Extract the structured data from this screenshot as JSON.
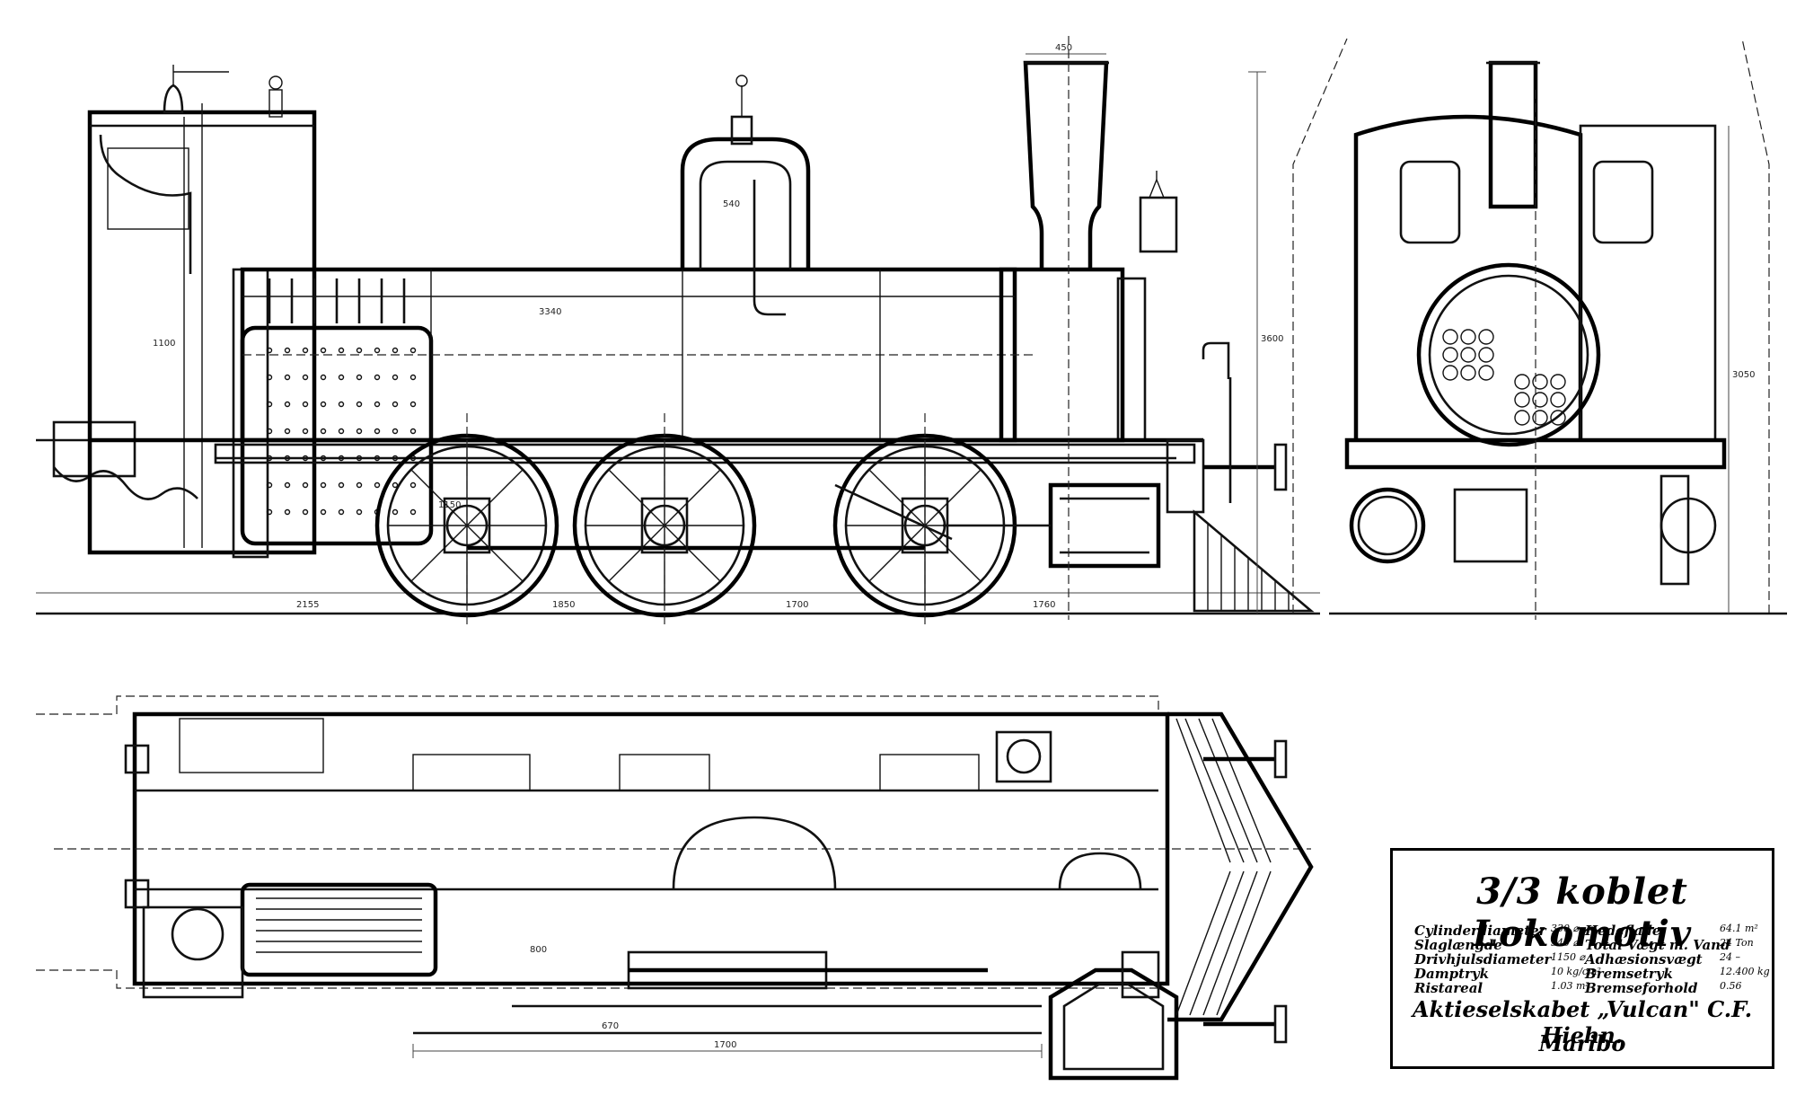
{
  "title_block": {
    "title": "3/3 koblet Lokomotiv",
    "specs_left": [
      {
        "label": "Cylinderdiameter",
        "value": "330 ⌀"
      },
      {
        "label": "Slaglængde",
        "value": "540 ⌀"
      },
      {
        "label": "Drivhjulsdiameter",
        "value": "1150 ⌀"
      },
      {
        "label": "Damptryk",
        "value": "10 kg/cm²"
      },
      {
        "label": "Ristareal",
        "value": "1.03 m²"
      }
    ],
    "specs_right": [
      {
        "label": "Hedeflade",
        "value": "64.1 m²"
      },
      {
        "label": "Total Vægt m. Vand",
        "value": "24 Ton"
      },
      {
        "label": "Adhæsionsvægt",
        "value": "24 –"
      },
      {
        "label": "Bremsetryk",
        "value": "12.400 kg"
      },
      {
        "label": "Bremseforhold",
        "value": "0.56"
      }
    ],
    "maker": "Aktieselskabet „Vulcan\" C.F. Hiehn.",
    "city": "Maribo"
  },
  "dimensions": {
    "wheelbase_1": "1850",
    "wheelbase_2": "1700",
    "overhang_rear": "2155",
    "overhang_front": "1760",
    "chimney_top": "450",
    "overall_height": "3600",
    "wheel_diameter": "1150",
    "boiler_length": "3340",
    "firebox": "1100",
    "dome": "540",
    "plan_width_mark": "1700",
    "plan_inner": "800",
    "plan_gauge": "670",
    "end_height": "3050"
  }
}
